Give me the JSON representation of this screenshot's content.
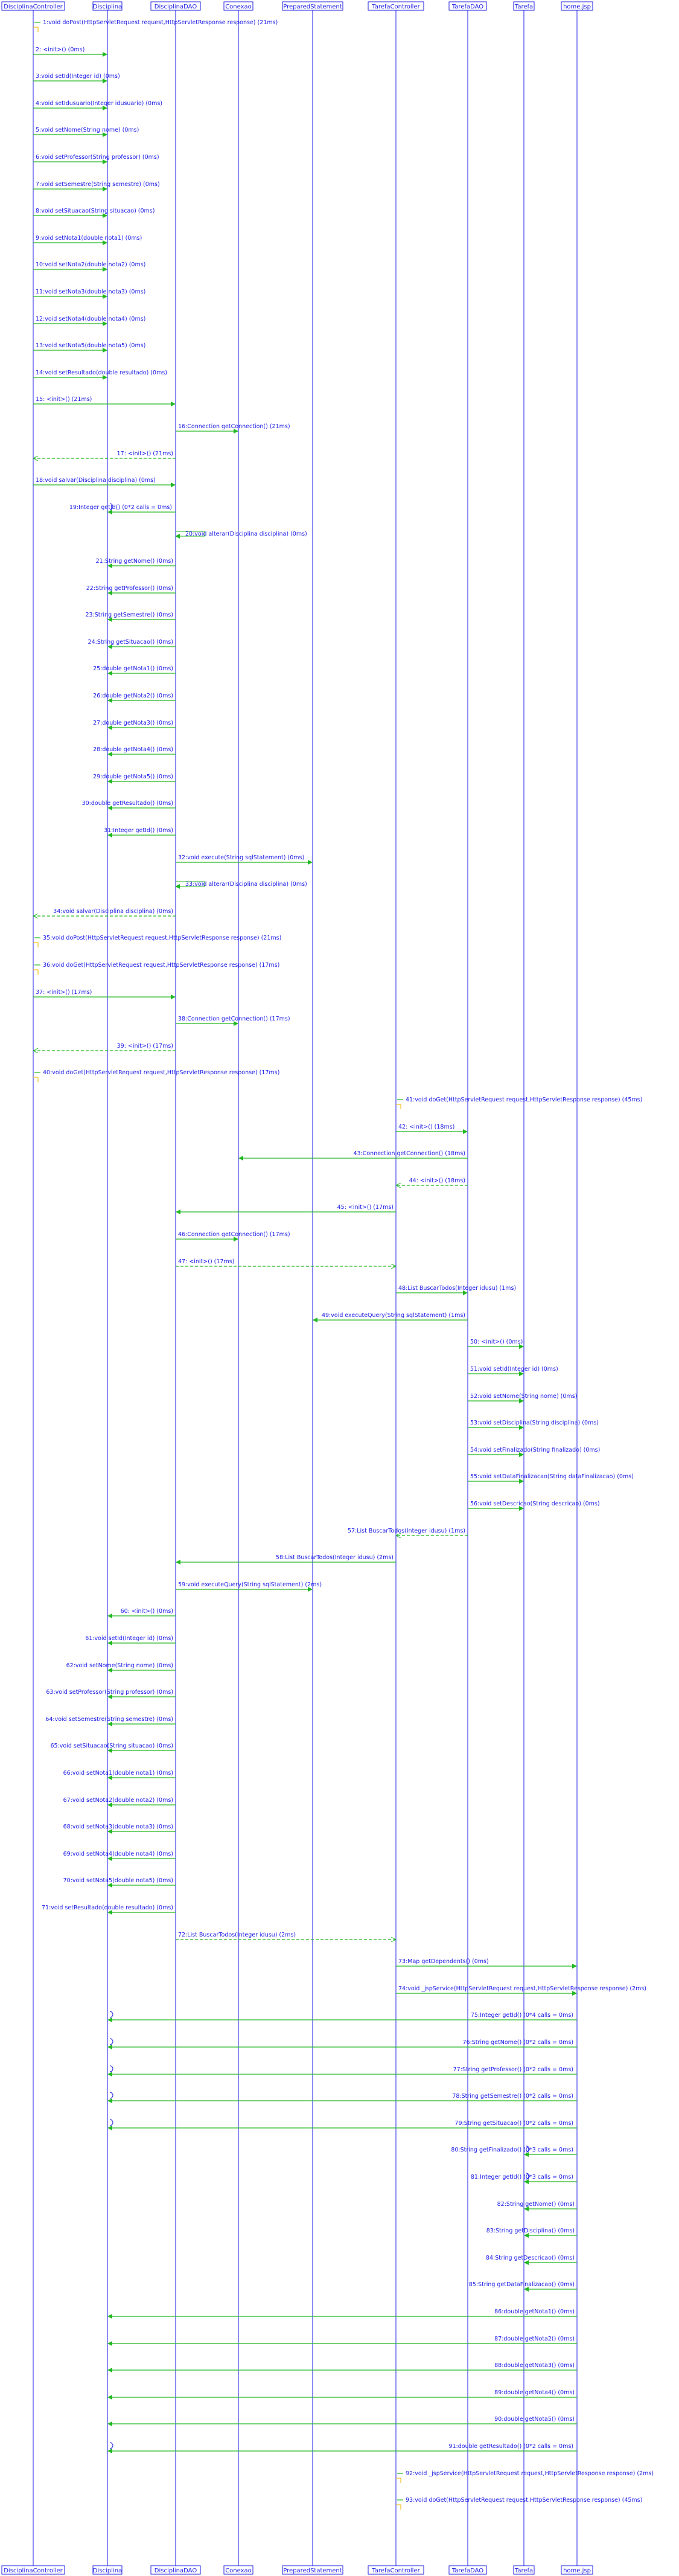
{
  "colors": {
    "actor_box": "#1a1ae6",
    "lifeline": "#1a1ae6",
    "message": "#22b822",
    "return_message": "#f0c020",
    "text": "#1a1ae6"
  },
  "actors": [
    {
      "id": "A0",
      "label": "DisciplinaController"
    },
    {
      "id": "A1",
      "label": "Disciplina"
    },
    {
      "id": "A2",
      "label": "DisciplinaDAO"
    },
    {
      "id": "A3",
      "label": "Conexao"
    },
    {
      "id": "A4",
      "label": "PreparedStatement"
    },
    {
      "id": "A5",
      "label": "TarefaController"
    },
    {
      "id": "A6",
      "label": "TarefaDAO"
    },
    {
      "id": "A7",
      "label": "Tarefa"
    },
    {
      "id": "A8",
      "label": "home.jsp"
    }
  ],
  "messages": [
    {
      "from": 0,
      "to": 0,
      "text": "1:void doPost(HttpServletRequest request,HttpServletResponse response) (21ms)",
      "kind": "self"
    },
    {
      "from": 0,
      "to": 1,
      "text": "2: <init>() (0ms)",
      "kind": "call"
    },
    {
      "from": 0,
      "to": 1,
      "text": "3:void setId(Integer id) (0ms)",
      "kind": "call"
    },
    {
      "from": 0,
      "to": 1,
      "text": "4:void setIdusuario(Integer idusuario) (0ms)",
      "kind": "call"
    },
    {
      "from": 0,
      "to": 1,
      "text": "5:void setNome(String nome) (0ms)",
      "kind": "call"
    },
    {
      "from": 0,
      "to": 1,
      "text": "6:void setProfessor(String professor) (0ms)",
      "kind": "call"
    },
    {
      "from": 0,
      "to": 1,
      "text": "7:void setSemestre(String semestre) (0ms)",
      "kind": "call"
    },
    {
      "from": 0,
      "to": 1,
      "text": "8:void setSituacao(String situacao) (0ms)",
      "kind": "call"
    },
    {
      "from": 0,
      "to": 1,
      "text": "9:void setNota1(double nota1) (0ms)",
      "kind": "call"
    },
    {
      "from": 0,
      "to": 1,
      "text": "10:void setNota2(double nota2) (0ms)",
      "kind": "call"
    },
    {
      "from": 0,
      "to": 1,
      "text": "11:void setNota3(double nota3) (0ms)",
      "kind": "call"
    },
    {
      "from": 0,
      "to": 1,
      "text": "12:void setNota4(double nota4) (0ms)",
      "kind": "call"
    },
    {
      "from": 0,
      "to": 1,
      "text": "13:void setNota5(double nota5) (0ms)",
      "kind": "call"
    },
    {
      "from": 0,
      "to": 1,
      "text": "14:void setResultado(double resultado) (0ms)",
      "kind": "call"
    },
    {
      "from": 0,
      "to": 2,
      "text": "15: <init>() (21ms)",
      "kind": "call"
    },
    {
      "from": 2,
      "to": 3,
      "text": "16:Connection getConnection() (21ms)",
      "kind": "call"
    },
    {
      "from": 2,
      "to": 0,
      "text": "17: <init>() (21ms)",
      "kind": "return"
    },
    {
      "from": 0,
      "to": 2,
      "text": "18:void salvar(Disciplina disciplina) (0ms)",
      "kind": "call"
    },
    {
      "from": 2,
      "to": 1,
      "text": "19:Integer getId() (0*2 calls = 0ms)",
      "kind": "multi"
    },
    {
      "from": 2,
      "to": 2,
      "text": "20:void alterar(Disciplina disciplina) (0ms)",
      "kind": "self"
    },
    {
      "from": 2,
      "to": 1,
      "text": "21:String getNome() (0ms)",
      "kind": "call"
    },
    {
      "from": 2,
      "to": 1,
      "text": "22:String getProfessor() (0ms)",
      "kind": "call"
    },
    {
      "from": 2,
      "to": 1,
      "text": "23:String getSemestre() (0ms)",
      "kind": "call"
    },
    {
      "from": 2,
      "to": 1,
      "text": "24:String getSituacao() (0ms)",
      "kind": "call"
    },
    {
      "from": 2,
      "to": 1,
      "text": "25:double getNota1() (0ms)",
      "kind": "call"
    },
    {
      "from": 2,
      "to": 1,
      "text": "26:double getNota2() (0ms)",
      "kind": "call"
    },
    {
      "from": 2,
      "to": 1,
      "text": "27:double getNota3() (0ms)",
      "kind": "call"
    },
    {
      "from": 2,
      "to": 1,
      "text": "28:double getNota4() (0ms)",
      "kind": "call"
    },
    {
      "from": 2,
      "to": 1,
      "text": "29:double getNota5() (0ms)",
      "kind": "call"
    },
    {
      "from": 2,
      "to": 1,
      "text": "30:double getResultado() (0ms)",
      "kind": "call"
    },
    {
      "from": 2,
      "to": 1,
      "text": "31:Integer getId() (0ms)",
      "kind": "call"
    },
    {
      "from": 2,
      "to": 4,
      "text": "32:void execute(String sqlStatement) (0ms)",
      "kind": "call"
    },
    {
      "from": 2,
      "to": 2,
      "text": "33:void alterar(Disciplina disciplina) (0ms)",
      "kind": "self"
    },
    {
      "from": 2,
      "to": 0,
      "text": "34:void salvar(Disciplina disciplina) (0ms)",
      "kind": "return"
    },
    {
      "from": 0,
      "to": 0,
      "text": "35:void doPost(HttpServletRequest request,HttpServletResponse response) (21ms)",
      "kind": "self"
    },
    {
      "from": 0,
      "to": 0,
      "text": "36:void doGet(HttpServletRequest request,HttpServletResponse response) (17ms)",
      "kind": "self"
    },
    {
      "from": 0,
      "to": 2,
      "text": "37: <init>() (17ms)",
      "kind": "call"
    },
    {
      "from": 2,
      "to": 3,
      "text": "38:Connection getConnection() (17ms)",
      "kind": "call"
    },
    {
      "from": 2,
      "to": 0,
      "text": "39: <init>() (17ms)",
      "kind": "return"
    },
    {
      "from": 0,
      "to": 0,
      "text": "40:void doGet(HttpServletRequest request,HttpServletResponse response) (17ms)",
      "kind": "self"
    },
    {
      "from": 5,
      "to": 5,
      "text": "41:void doGet(HttpServletRequest request,HttpServletResponse response) (45ms)",
      "kind": "self"
    },
    {
      "from": 5,
      "to": 6,
      "text": "42: <init>() (18ms)",
      "kind": "call"
    },
    {
      "from": 6,
      "to": 3,
      "text": "43:Connection getConnection() (18ms)",
      "kind": "call"
    },
    {
      "from": 6,
      "to": 5,
      "text": "44: <init>() (18ms)",
      "kind": "return"
    },
    {
      "from": 5,
      "to": 2,
      "text": "45: <init>() (17ms)",
      "kind": "call"
    },
    {
      "from": 2,
      "to": 3,
      "text": "46:Connection getConnection() (17ms)",
      "kind": "call"
    },
    {
      "from": 2,
      "to": 5,
      "text": "47: <init>() (17ms)",
      "kind": "return"
    },
    {
      "from": 5,
      "to": 6,
      "text": "48:List BuscarTodos(Integer idusu) (1ms)",
      "kind": "call"
    },
    {
      "from": 6,
      "to": 4,
      "text": "49:void executeQuery(String sqlStatement) (1ms)",
      "kind": "call"
    },
    {
      "from": 6,
      "to": 7,
      "text": "50: <init>() (0ms)",
      "kind": "call"
    },
    {
      "from": 6,
      "to": 7,
      "text": "51:void setId(Integer id) (0ms)",
      "kind": "call"
    },
    {
      "from": 6,
      "to": 7,
      "text": "52:void setNome(String nome) (0ms)",
      "kind": "call"
    },
    {
      "from": 6,
      "to": 7,
      "text": "53:void setDisciplina(String disciplina) (0ms)",
      "kind": "call"
    },
    {
      "from": 6,
      "to": 7,
      "text": "54:void setFinalizado(String finalizado) (0ms)",
      "kind": "call"
    },
    {
      "from": 6,
      "to": 7,
      "text": "55:void setDataFinalizacao(String dataFinalizacao) (0ms)",
      "kind": "call"
    },
    {
      "from": 6,
      "to": 7,
      "text": "56:void setDescricao(String descricao) (0ms)",
      "kind": "call"
    },
    {
      "from": 6,
      "to": 5,
      "text": "57:List BuscarTodos(Integer idusu) (1ms)",
      "kind": "return"
    },
    {
      "from": 5,
      "to": 2,
      "text": "58:List BuscarTodos(Integer idusu) (2ms)",
      "kind": "call"
    },
    {
      "from": 2,
      "to": 4,
      "text": "59:void executeQuery(String sqlStatement) (2ms)",
      "kind": "call"
    },
    {
      "from": 2,
      "to": 1,
      "text": "60: <init>() (0ms)",
      "kind": "call"
    },
    {
      "from": 2,
      "to": 1,
      "text": "61:void setId(Integer id) (0ms)",
      "kind": "call"
    },
    {
      "from": 2,
      "to": 1,
      "text": "62:void setNome(String nome) (0ms)",
      "kind": "call"
    },
    {
      "from": 2,
      "to": 1,
      "text": "63:void setProfessor(String professor) (0ms)",
      "kind": "call"
    },
    {
      "from": 2,
      "to": 1,
      "text": "64:void setSemestre(String semestre) (0ms)",
      "kind": "call"
    },
    {
      "from": 2,
      "to": 1,
      "text": "65:void setSituacao(String situacao) (0ms)",
      "kind": "call"
    },
    {
      "from": 2,
      "to": 1,
      "text": "66:void setNota1(double nota1) (0ms)",
      "kind": "call"
    },
    {
      "from": 2,
      "to": 1,
      "text": "67:void setNota2(double nota2) (0ms)",
      "kind": "call"
    },
    {
      "from": 2,
      "to": 1,
      "text": "68:void setNota3(double nota3) (0ms)",
      "kind": "call"
    },
    {
      "from": 2,
      "to": 1,
      "text": "69:void setNota4(double nota4) (0ms)",
      "kind": "call"
    },
    {
      "from": 2,
      "to": 1,
      "text": "70:void setNota5(double nota5) (0ms)",
      "kind": "call"
    },
    {
      "from": 2,
      "to": 1,
      "text": "71:void setResultado(double resultado) (0ms)",
      "kind": "call"
    },
    {
      "from": 2,
      "to": 5,
      "text": "72:List BuscarTodos(Integer idusu) (2ms)",
      "kind": "return"
    },
    {
      "from": 5,
      "to": 8,
      "text": "73:Map getDependents() (0ms)",
      "kind": "call"
    },
    {
      "from": 5,
      "to": 8,
      "text": "74:void _jspService(HttpServletRequest request,HttpServletResponse response) (2ms)",
      "kind": "call"
    },
    {
      "from": 8,
      "to": 1,
      "text": "75:Integer getId() (0*4 calls = 0ms)",
      "kind": "multi"
    },
    {
      "from": 8,
      "to": 1,
      "text": "76:String getNome() (0*2 calls = 0ms)",
      "kind": "multi"
    },
    {
      "from": 8,
      "to": 1,
      "text": "77:String getProfessor() (0*2 calls = 0ms)",
      "kind": "multi"
    },
    {
      "from": 8,
      "to": 1,
      "text": "78:String getSemestre() (0*2 calls = 0ms)",
      "kind": "multi"
    },
    {
      "from": 8,
      "to": 1,
      "text": "79:String getSituacao() (0*2 calls = 0ms)",
      "kind": "multi"
    },
    {
      "from": 8,
      "to": 7,
      "text": "80:String getFinalizado() (0*3 calls = 0ms)",
      "kind": "multi"
    },
    {
      "from": 8,
      "to": 7,
      "text": "81:Integer getId() (0*3 calls = 0ms)",
      "kind": "multi"
    },
    {
      "from": 8,
      "to": 7,
      "text": "82:String getNome() (0ms)",
      "kind": "call"
    },
    {
      "from": 8,
      "to": 7,
      "text": "83:String getDisciplina() (0ms)",
      "kind": "call"
    },
    {
      "from": 8,
      "to": 7,
      "text": "84:String getDescricao() (0ms)",
      "kind": "call"
    },
    {
      "from": 8,
      "to": 7,
      "text": "85:String getDataFinalizacao() (0ms)",
      "kind": "call"
    },
    {
      "from": 8,
      "to": 1,
      "text": "86:double getNota1() (0ms)",
      "kind": "call"
    },
    {
      "from": 8,
      "to": 1,
      "text": "87:double getNota2() (0ms)",
      "kind": "call"
    },
    {
      "from": 8,
      "to": 1,
      "text": "88:double getNota3() (0ms)",
      "kind": "call"
    },
    {
      "from": 8,
      "to": 1,
      "text": "89:double getNota4() (0ms)",
      "kind": "call"
    },
    {
      "from": 8,
      "to": 1,
      "text": "90:double getNota5() (0ms)",
      "kind": "call"
    },
    {
      "from": 8,
      "to": 1,
      "text": "91:double getResultado() (0*2 calls = 0ms)",
      "kind": "multi"
    },
    {
      "from": 5,
      "to": 5,
      "text": "92:void _jspService(HttpServletRequest request,HttpServletResponse response) (2ms)",
      "kind": "self"
    },
    {
      "from": 5,
      "to": 5,
      "text": "93:void doGet(HttpServletRequest request,HttpServletResponse response) (45ms)",
      "kind": "self"
    }
  ]
}
